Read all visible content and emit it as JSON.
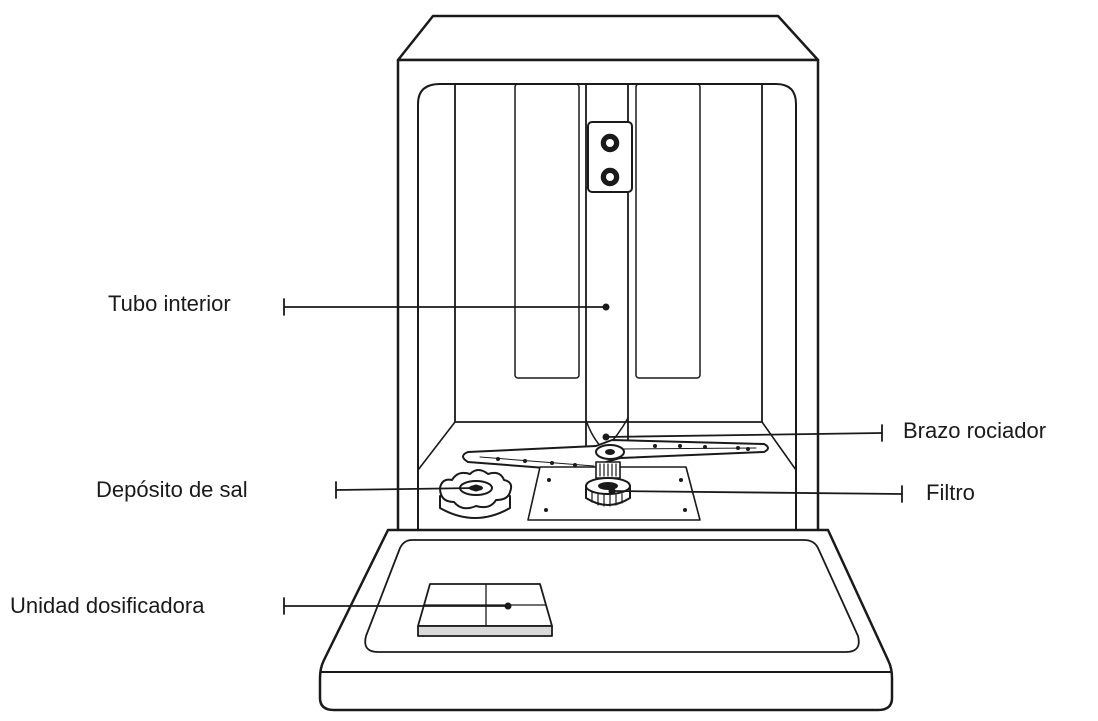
{
  "labels": {
    "tubo_interior": "Tubo interior",
    "brazo_rociador": "Brazo rociador",
    "deposito_de_sal": "Depósito de sal",
    "filtro": "Filtro",
    "unidad_dosificadora": "Unidad dosificadora"
  },
  "colors": {
    "outline": "#1a1a1a",
    "panel_gray": "#d9d9d9",
    "background": "#ffffff"
  }
}
